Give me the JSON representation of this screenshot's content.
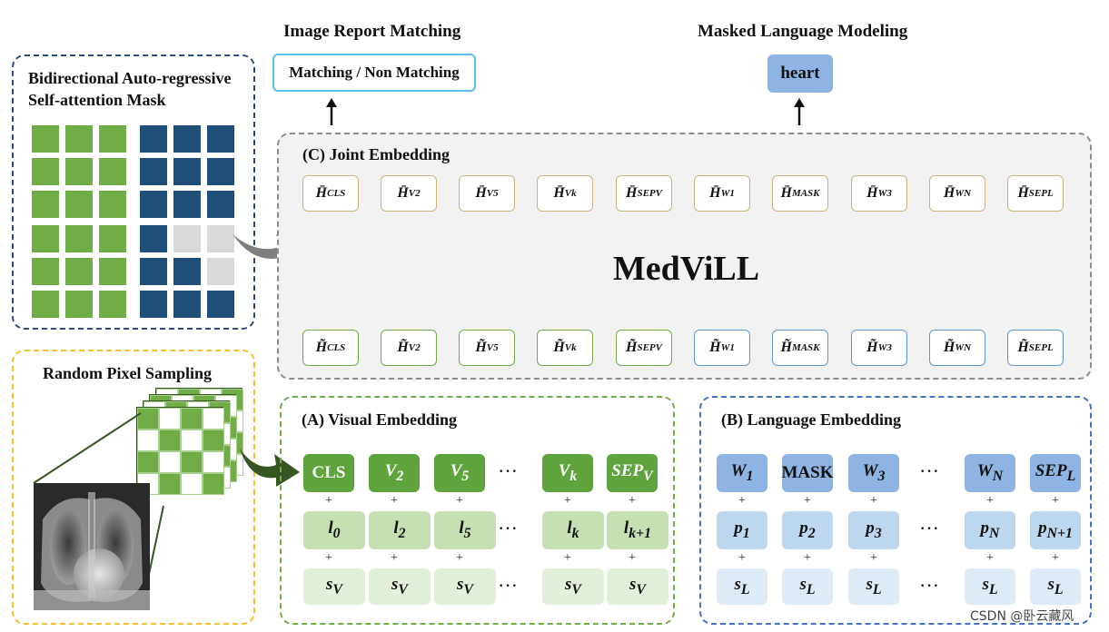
{
  "labels": {
    "irm_title": "Image Report Matching",
    "irm_box": "Matching / Non Matching",
    "mlm_title": "Masked Language Modeling",
    "mlm_box": "heart",
    "mask_title_1": "Bidirectional Auto-regressive",
    "mask_title_2": "Self-attention Mask",
    "rps_title": "Random Pixel Sampling",
    "joint_title": "(C) Joint Embedding",
    "model_name": "MedViLL",
    "visual_title": "(A) Visual Embedding",
    "language_title": "(B) Language Embedding",
    "watermark": "CSDN @卧云藏风"
  },
  "joint": {
    "h_top": [
      "CLS",
      "V2",
      "V5",
      "Vk",
      "SEPV",
      "W1",
      "MASK",
      "W3",
      "WN",
      "SEPL"
    ],
    "h_bottom": [
      "CLS",
      "V2",
      "V5",
      "Vk",
      "SEPV",
      "W1",
      "MASK",
      "W3",
      "WN",
      "SEPL"
    ]
  },
  "visual": {
    "tokens": [
      "CLS",
      "V2",
      "V5",
      "Vk",
      "SEPV"
    ],
    "positions": [
      "l0",
      "l2",
      "l5",
      "lk",
      "lk+1"
    ],
    "segments": [
      "sV",
      "sV",
      "sV",
      "sV",
      "sV"
    ],
    "plus": "+",
    "dots": "···"
  },
  "language": {
    "tokens": [
      "W1",
      "MASK",
      "W3",
      "WN",
      "SEPL"
    ],
    "positions": [
      "p1",
      "p2",
      "p3",
      "pN",
      "pN+1"
    ],
    "segments": [
      "sL",
      "sL",
      "sL",
      "sL",
      "sL"
    ],
    "plus": "+",
    "dots": "···"
  },
  "colors": {
    "visual_green": "#5fa33d",
    "language_blue": "#8db4e2",
    "mask_navy": "#1f4e79",
    "rps_yellow": "#f2c12e"
  }
}
